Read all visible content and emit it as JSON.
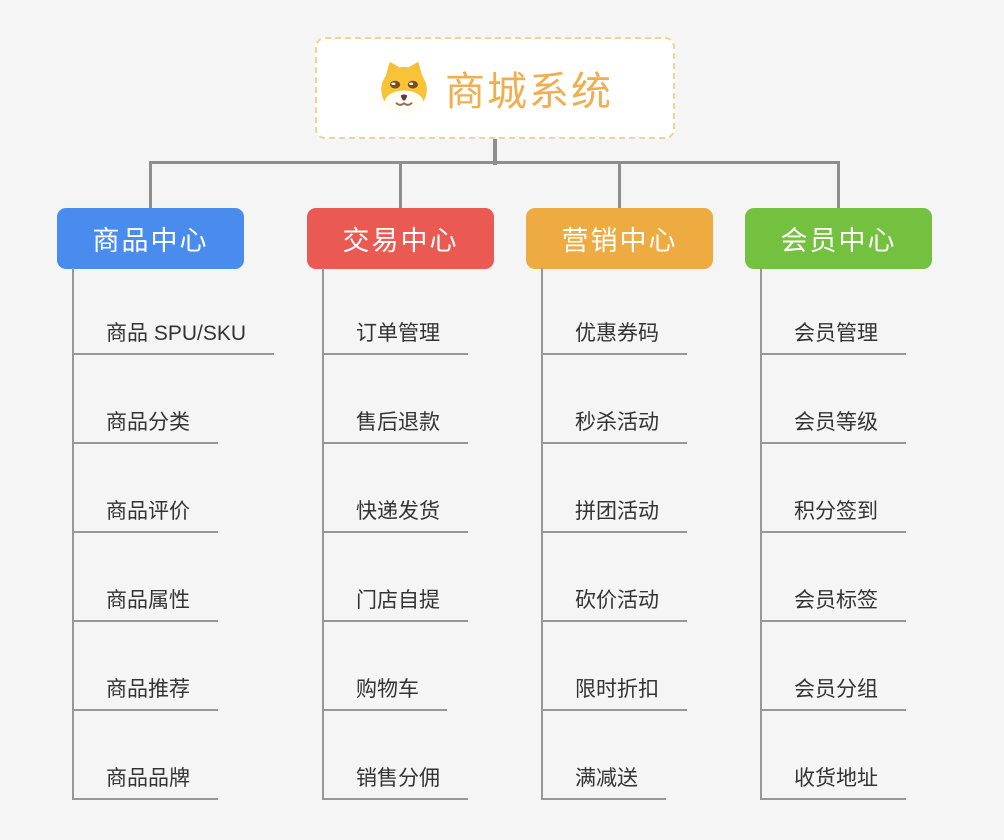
{
  "canvas": {
    "background": "#f5f5f6",
    "connector_color": "#8e8e8e"
  },
  "root": {
    "title": "商城系统",
    "icon": "doge-icon",
    "text_color": "#f0ae4f",
    "border_color": "#f7d193"
  },
  "branches": [
    {
      "label": "商品中心",
      "color": "#4a8cee",
      "children": [
        "商品 SPU/SKU",
        "商品分类",
        "商品评价",
        "商品属性",
        "商品推荐",
        "商品品牌"
      ]
    },
    {
      "label": "交易中心",
      "color": "#ea5a52",
      "children": [
        "订单管理",
        "售后退款",
        "快递发货",
        "门店自提",
        "购物车",
        "销售分佣"
      ]
    },
    {
      "label": "营销中心",
      "color": "#edab41",
      "children": [
        "优惠券码",
        "秒杀活动",
        "拼团活动",
        "砍价活动",
        "限时折扣",
        "满减送"
      ]
    },
    {
      "label": "会员中心",
      "color": "#73c13e",
      "children": [
        "会员管理",
        "会员等级",
        "积分签到",
        "会员标签",
        "会员分组",
        "收货地址"
      ]
    }
  ]
}
